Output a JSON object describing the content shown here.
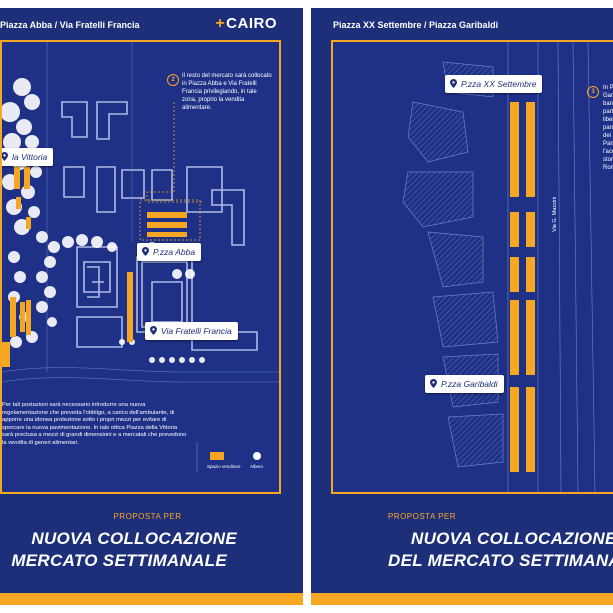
{
  "left": {
    "header_title": "Piazza Abba / Via Fratelli Francia",
    "logo_text": "CAIRO",
    "logo_plus": "+",
    "pins": {
      "vittoria": "la Vittoria",
      "abba": "P.zza Abba",
      "fratelli": "Via Fratelli Francia"
    },
    "note_number": "2",
    "note_text": "Il resto del mercato sarà collocato in Piazza Abba e Via Fratelli Francia privilegiando, in tale zona, proprio la vendita alimentare.",
    "bottom_text": "Per tali postazioni sarà necessario introdurre una nuova regolamentazione che preveda l'obbligo, a carico dell'ambulante, di apporre una idonea protezione sotto i propri mezzi per evitare di sporcare la nuova pavimentazione. In tale ottica Piazza della Vittoria sarà preclusa a mezzi di grandi dimensioni e a mercatali che prevedono la vendita di generi alimentari.",
    "legend": {
      "stall": "Spazio venditore",
      "tree": "Albero"
    },
    "proposal_label": "PROPOSTA PER",
    "title_line1": "NUOVA COLLOCAZIONE",
    "title_line2": "MERCATO SETTIMANALE"
  },
  "right": {
    "header_title": "Piazza XX Settembre / Piazza Garibaldi",
    "pins": {
      "xx_settembre": "P.zza XX Settembre",
      "garibaldi": "P.zza Garibaldi"
    },
    "street_label": "Via G. Mazzini",
    "note_number": "3",
    "note_lines": [
      "In Piazza",
      "Garibald",
      "banchi d",
      "parte in",
      "libera la",
      "parchec",
      "dei parc",
      "Parimen",
      "l'access",
      "storico",
      "Roma."
    ],
    "proposal_label": "PROPOSTA PER",
    "title_line1": "NUOVA COLLOCAZIONE",
    "title_line2": "DEL MERCATO SETTIMANALE"
  },
  "colors": {
    "navy": "#1e2f7a",
    "map_bg": "#1e3187",
    "accent_orange": "#f5a623",
    "white": "#ffffff"
  }
}
